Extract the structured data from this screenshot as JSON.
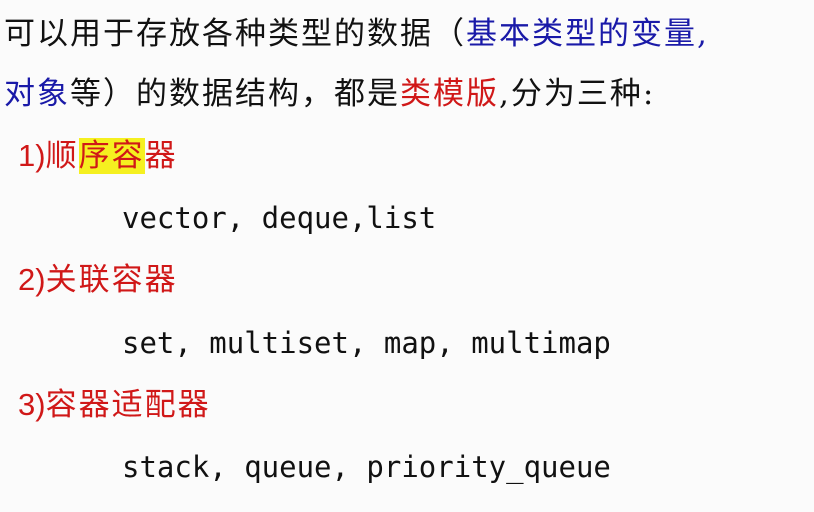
{
  "intro": {
    "line1_a": "可以用于存放各种类型的数据（",
    "line1_b": "基本类型的变量,",
    "line2_a": "对象",
    "line2_b": "等）的数据结构，都是",
    "line2_c": "类模版",
    "line2_d": ",分为三种:"
  },
  "items": [
    {
      "num": "1)",
      "label_plain": "顺",
      "label_highlight": "序容",
      "label_rest": "器",
      "examples": "vector, deque,list"
    },
    {
      "num": "2)",
      "label": "关联容器",
      "examples": "set, multiset, map, multimap"
    },
    {
      "num": "3)",
      "label": "容器适配器",
      "examples": "stack, queue, priority_queue"
    }
  ],
  "colors": {
    "blue": "#1a1aa8",
    "red": "#d01818",
    "highlight": "#f5f020"
  }
}
